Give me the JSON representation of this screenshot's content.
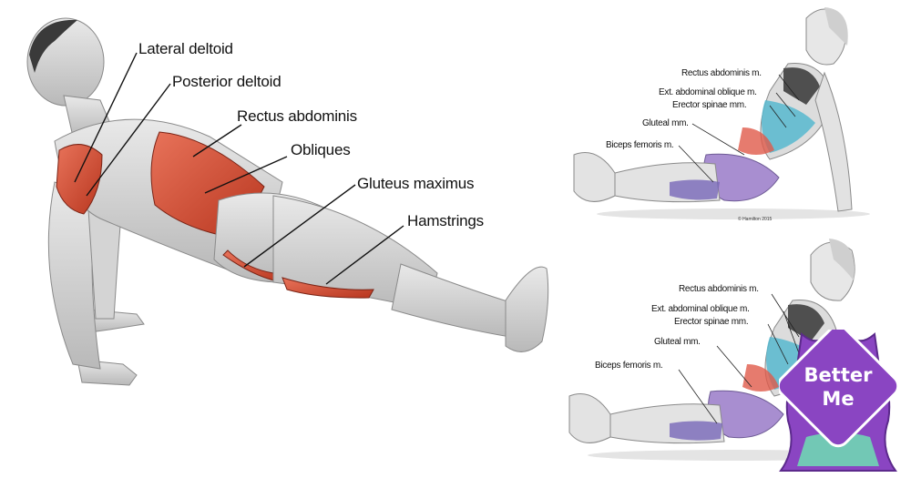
{
  "left_figure": {
    "labels": {
      "lateral_deltoid": "Lateral deltoid",
      "posterior_deltoid": "Posterior deltoid",
      "rectus_abdominis": "Rectus abdominis",
      "obliques": "Obliques",
      "gluteus_maximus": "Gluteus maximus",
      "hamstrings": "Hamstrings"
    },
    "highlight_color": "#d24b33"
  },
  "right_top_figure": {
    "labels": {
      "rectus_abdominis": "Rectus abdominis m.",
      "ext_oblique": "Ext. abdominal oblique m.",
      "erector_spinae": "Erector spinae mm.",
      "gluteal": "Gluteal mm.",
      "biceps_femoris": "Biceps femoris m."
    },
    "copyright": "© Hamilton 2015"
  },
  "right_bottom_figure": {
    "labels": {
      "rectus_abdominis": "Rectus abdominis m.",
      "ext_oblique": "Ext. abdominal oblique m.",
      "erector_spinae": "Erector spinae mm.",
      "gluteal": "Gluteal mm.",
      "biceps_femoris": "Biceps femoris m."
    }
  },
  "logo": {
    "line1": "Better",
    "line2": "Me",
    "color": "#8a45c2",
    "accent": "#6fd6b4"
  }
}
